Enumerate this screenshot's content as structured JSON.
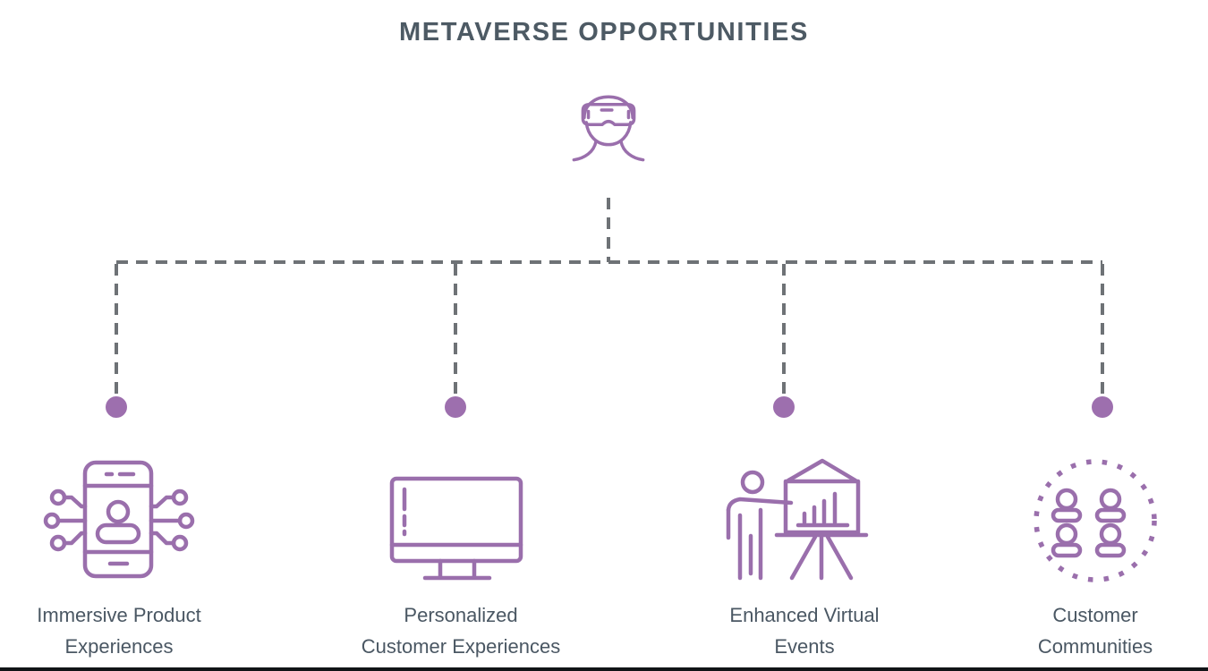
{
  "title": "METAVERSE OPPORTUNITIES",
  "colors": {
    "purple": "#9a6fac",
    "dot": "#9d6fae",
    "line_gray": "#6e7276",
    "text": "#4a5763",
    "title_text": "#4d5a64"
  },
  "root": {
    "icon": "vr-headset-person-icon"
  },
  "branches": [
    {
      "label": "Immersive Product\nExperiences",
      "icon": "smartphone-network-icon"
    },
    {
      "label": "Personalized\nCustomer Experiences",
      "icon": "desktop-monitor-icon"
    },
    {
      "label": "Enhanced Virtual\nEvents",
      "icon": "presenter-chart-icon"
    },
    {
      "label": "Customer\nCommunities",
      "icon": "community-group-icon"
    }
  ]
}
